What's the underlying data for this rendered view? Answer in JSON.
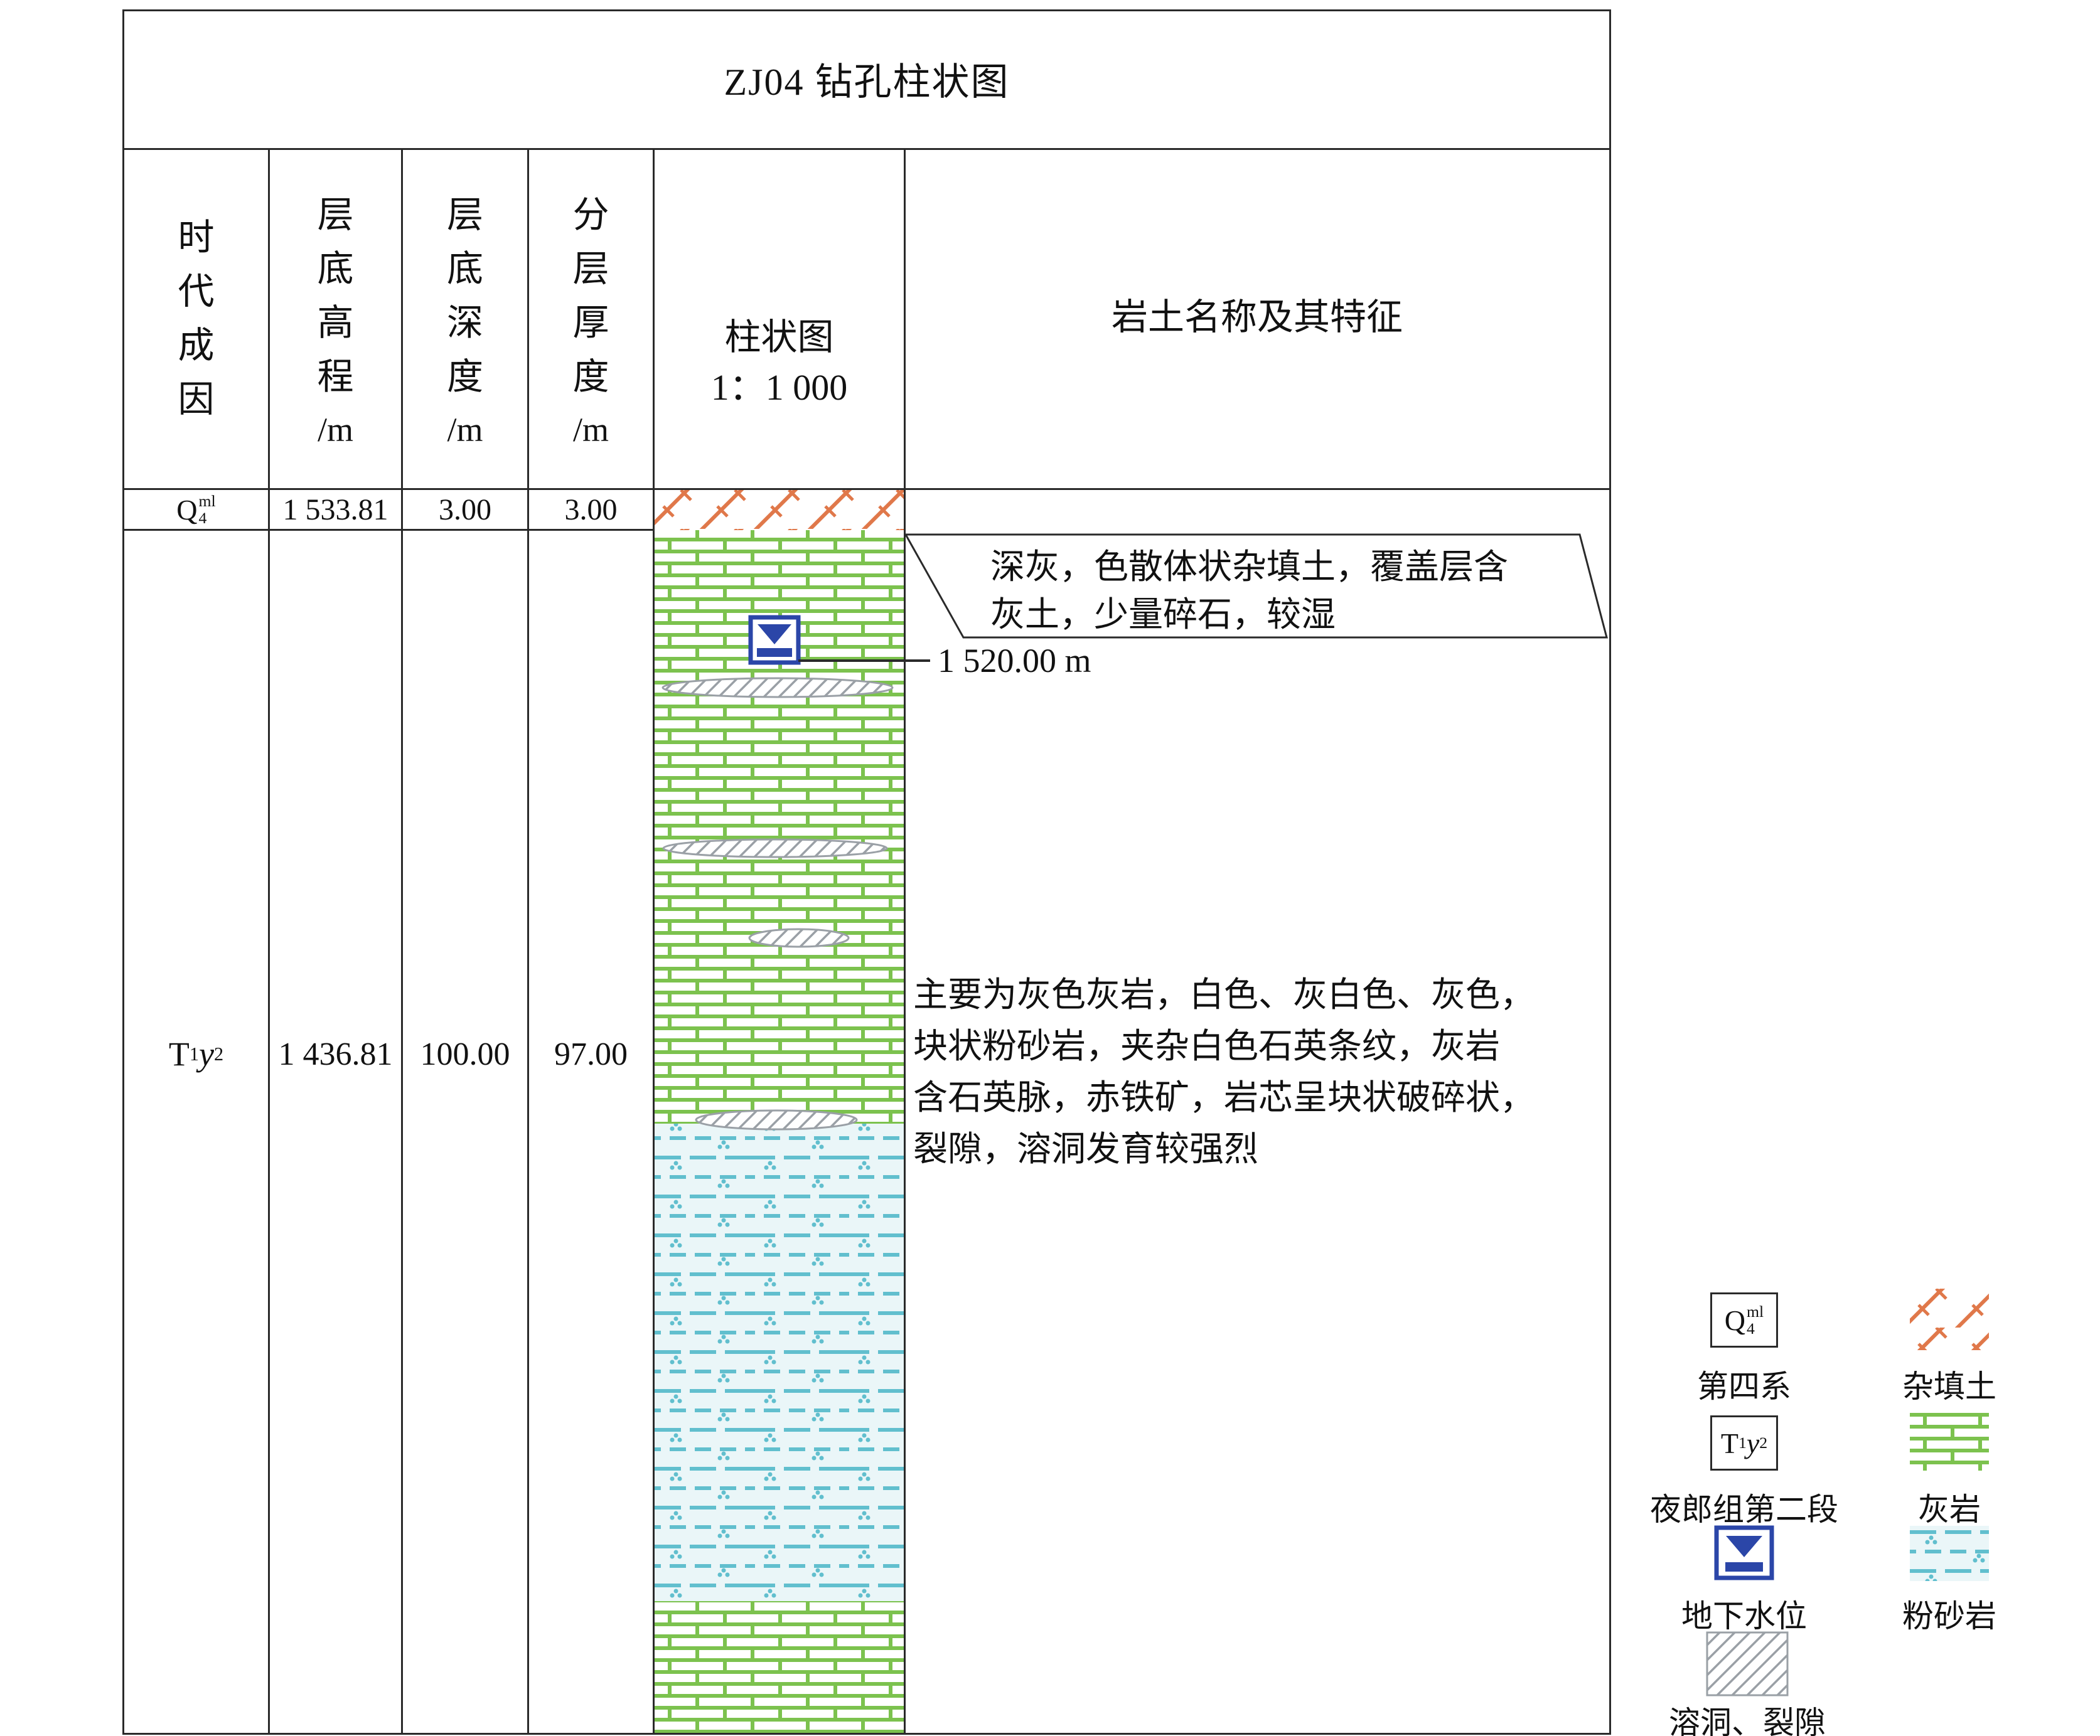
{
  "title": "ZJ04 钻孔柱状图",
  "columns": {
    "era": "时代成因",
    "bottom_elevation": "层底高程",
    "bottom_elevation_unit": "/m",
    "bottom_depth": "层底深度",
    "bottom_depth_unit": "/m",
    "thickness": "分层厚度",
    "thickness_unit": "/m",
    "column_diagram": "柱状图",
    "column_scale": "1：1 000",
    "description": "岩土名称及其特征"
  },
  "layers": [
    {
      "era": {
        "base": "Q",
        "sub": "4",
        "sup": "ml"
      },
      "bottom_elevation": "1 533.81",
      "bottom_depth": "3.00",
      "thickness": "3.00",
      "description_lines": [
        "深灰，色散体状杂填土，覆盖层含",
        "灰土，少量碎石，较湿"
      ]
    },
    {
      "era": {
        "base": "T",
        "sub": "1",
        "base2": "y",
        "sup2": "2"
      },
      "bottom_elevation": "1 436.81",
      "bottom_depth": "100.00",
      "thickness": "97.00",
      "description_lines": [
        "主要为灰色灰岩，白色、灰白色、灰色，",
        "块状粉砂岩，夹杂白色石英条纹，灰岩",
        "含石英脉，赤铁矿，岩芯呈块状破碎状，",
        "裂隙，溶洞发育较强烈"
      ]
    }
  ],
  "water_level": {
    "label": "1 520.00 m"
  },
  "legend": {
    "items": [
      {
        "label": "第四系"
      },
      {
        "label": "杂填土"
      },
      {
        "label": "夜郎组第二段"
      },
      {
        "label": "灰岩"
      },
      {
        "label": "地下水位"
      },
      {
        "label": "粉砂岩"
      },
      {
        "label": "溶洞、裂隙"
      }
    ],
    "codes": {
      "quaternary": {
        "base": "Q",
        "sub": "4",
        "sup": "ml"
      },
      "yelang": {
        "base": "T",
        "sub": "1",
        "base2": "y",
        "sup2": "2"
      }
    }
  },
  "colors": {
    "fill_orange": "#e0784a",
    "limestone_green": "#7cc24e",
    "siltstone_teal": "#61bfce",
    "siltstone_bg": "#eaf6f8",
    "karst_gray": "#9aa0a6",
    "water_blue": "#2b46a8",
    "line": "#2a2a2a"
  }
}
